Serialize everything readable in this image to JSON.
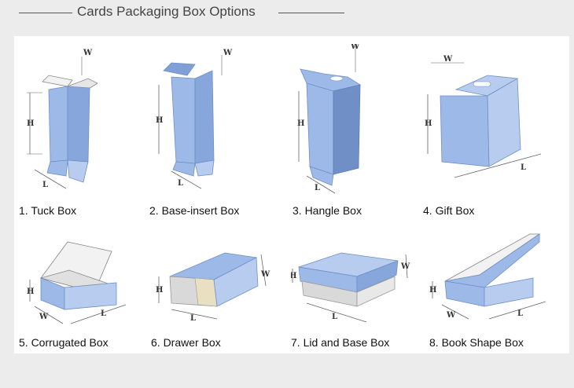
{
  "header": {
    "title": "Cards Packaging Box Options"
  },
  "dimension_labels": {
    "h": "H",
    "w": "W",
    "l": "L"
  },
  "boxes": [
    {
      "label": "1. Tuck Box"
    },
    {
      "label": "2. Base-insert Box"
    },
    {
      "label": "3. Hangle Box"
    },
    {
      "label": "4. Gift Box"
    },
    {
      "label": "5. Corrugated Box"
    },
    {
      "label": "6. Drawer Box"
    },
    {
      "label": "7. Lid and Base Box"
    },
    {
      "label": "8. Book Shape Box"
    }
  ],
  "colors": {
    "box_blue": "#9db9e8",
    "box_blue_dark": "#7f9fd6",
    "box_inside": "#f2f2f2",
    "drawer_gray": "#d9d9d9"
  }
}
